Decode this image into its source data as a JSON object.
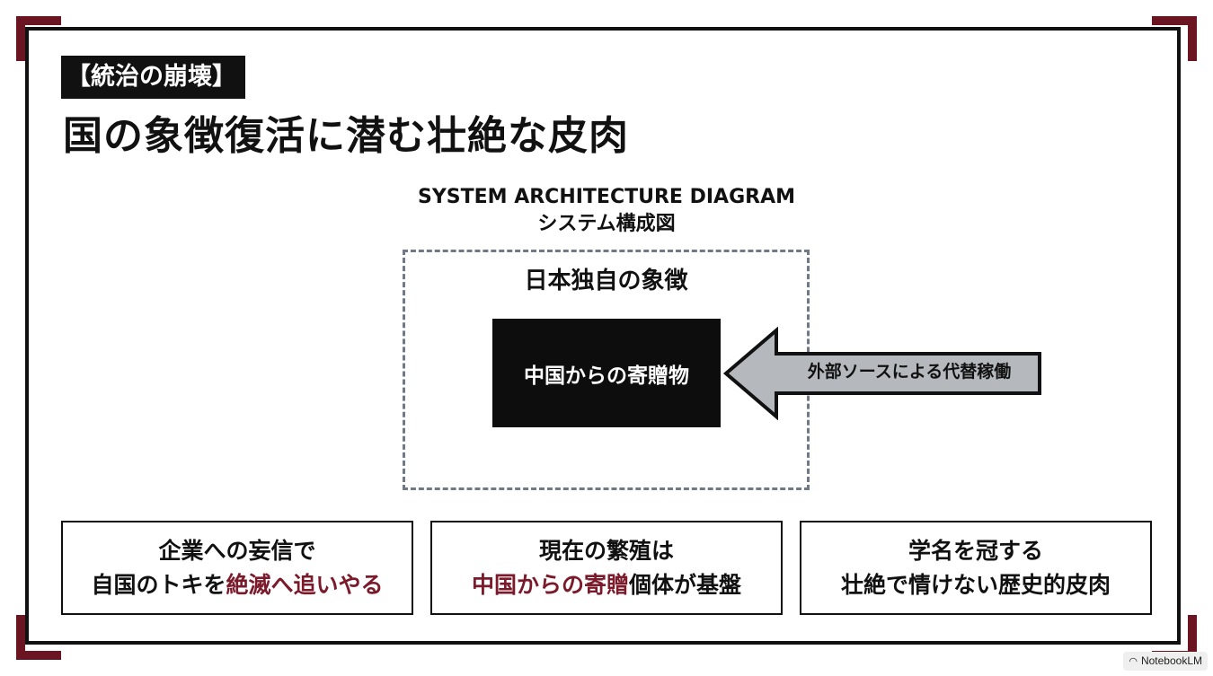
{
  "colors": {
    "accent": "#6b1422",
    "highlight_text": "#7a1a2a",
    "dashed_border": "#6f7a86",
    "arrow_fill": "#b5b9bd",
    "dark_box": "#0d0d0d"
  },
  "header": {
    "tag": "【統治の崩壊】",
    "title": "国の象徴復活に潜む壮絶な皮肉"
  },
  "diagram": {
    "heading_en": "SYSTEM ARCHITECTURE DIAGRAM",
    "heading_ja": "システム構成図",
    "container_label": "日本独自の象徴",
    "core_box": "中国からの寄贈物",
    "arrow_label": "外部ソースによる代替稼働"
  },
  "cards": [
    {
      "line1": "企業への妄信で",
      "line2_plain": "自国のトキを",
      "line2_highlight": "絶滅へ追いやる",
      "line2_suffix": ""
    },
    {
      "line1": "現在の繁殖は",
      "line2_plain": "",
      "line2_highlight": "中国からの寄贈",
      "line2_suffix": "個体が基盤"
    },
    {
      "line1": "学名を冠する",
      "line2_plain": "壮絶で情けない歴史的皮肉",
      "line2_highlight": "",
      "line2_suffix": ""
    }
  ],
  "badge": {
    "icon": "notebooklm-logo-icon",
    "text": "NotebookLM"
  }
}
